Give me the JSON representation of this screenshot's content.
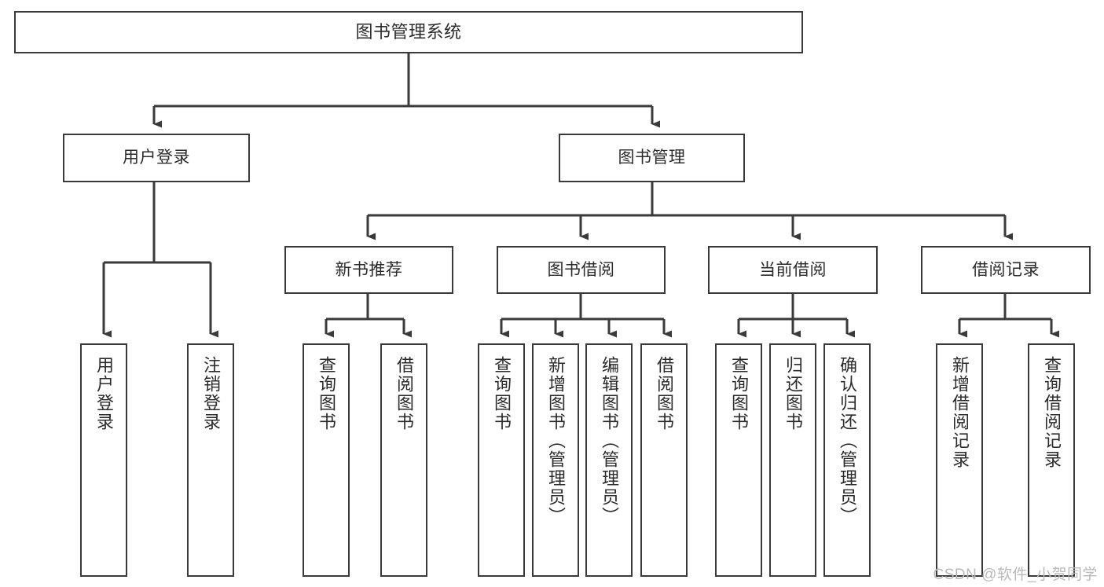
{
  "diagram": {
    "type": "tree",
    "title": "图书管理系统",
    "watermark": "CSDN @软件_小贺同学",
    "colors": {
      "box_border": "#3a3a3a",
      "box_fill": "#ffffff",
      "connector": "#3a3a3a",
      "text": "#2b2b2b",
      "watermark": "#b9b9b9"
    },
    "nodes": {
      "root": {
        "label": "图书管理系统"
      },
      "level2": [
        {
          "id": "user-login",
          "label": "用户登录"
        },
        {
          "id": "book-manage",
          "label": "图书管理"
        }
      ],
      "level3": [
        {
          "id": "new-book-recommend",
          "label": "新书推荐"
        },
        {
          "id": "book-borrow",
          "label": "图书借阅"
        },
        {
          "id": "current-borrow",
          "label": "当前借阅"
        },
        {
          "id": "borrow-record",
          "label": "借阅记录"
        }
      ],
      "leaves": {
        "user_login": [
          {
            "id": "leaf-user-login",
            "label": "用户登录"
          },
          {
            "id": "leaf-logout",
            "label": "注销登录"
          }
        ],
        "new_book_recommend": [
          {
            "id": "leaf-query-book-1",
            "label": "查询图书"
          },
          {
            "id": "leaf-borrow-book-1",
            "label": "借阅图书"
          }
        ],
        "book_borrow": [
          {
            "id": "leaf-query-book-2",
            "label": "查询图书"
          },
          {
            "id": "leaf-add-book",
            "label": "新增图书（管理员）"
          },
          {
            "id": "leaf-edit-book",
            "label": "编辑图书（管理员）"
          },
          {
            "id": "leaf-borrow-book-2",
            "label": "借阅图书"
          }
        ],
        "current_borrow": [
          {
            "id": "leaf-query-book-3",
            "label": "查询图书"
          },
          {
            "id": "leaf-return-book",
            "label": "归还图书"
          },
          {
            "id": "leaf-confirm-return",
            "label": "确认归还（管理员）"
          }
        ],
        "borrow_record": [
          {
            "id": "leaf-add-record",
            "label": "新增借阅记录"
          },
          {
            "id": "leaf-query-record",
            "label": "查询借阅记录"
          }
        ]
      }
    }
  }
}
